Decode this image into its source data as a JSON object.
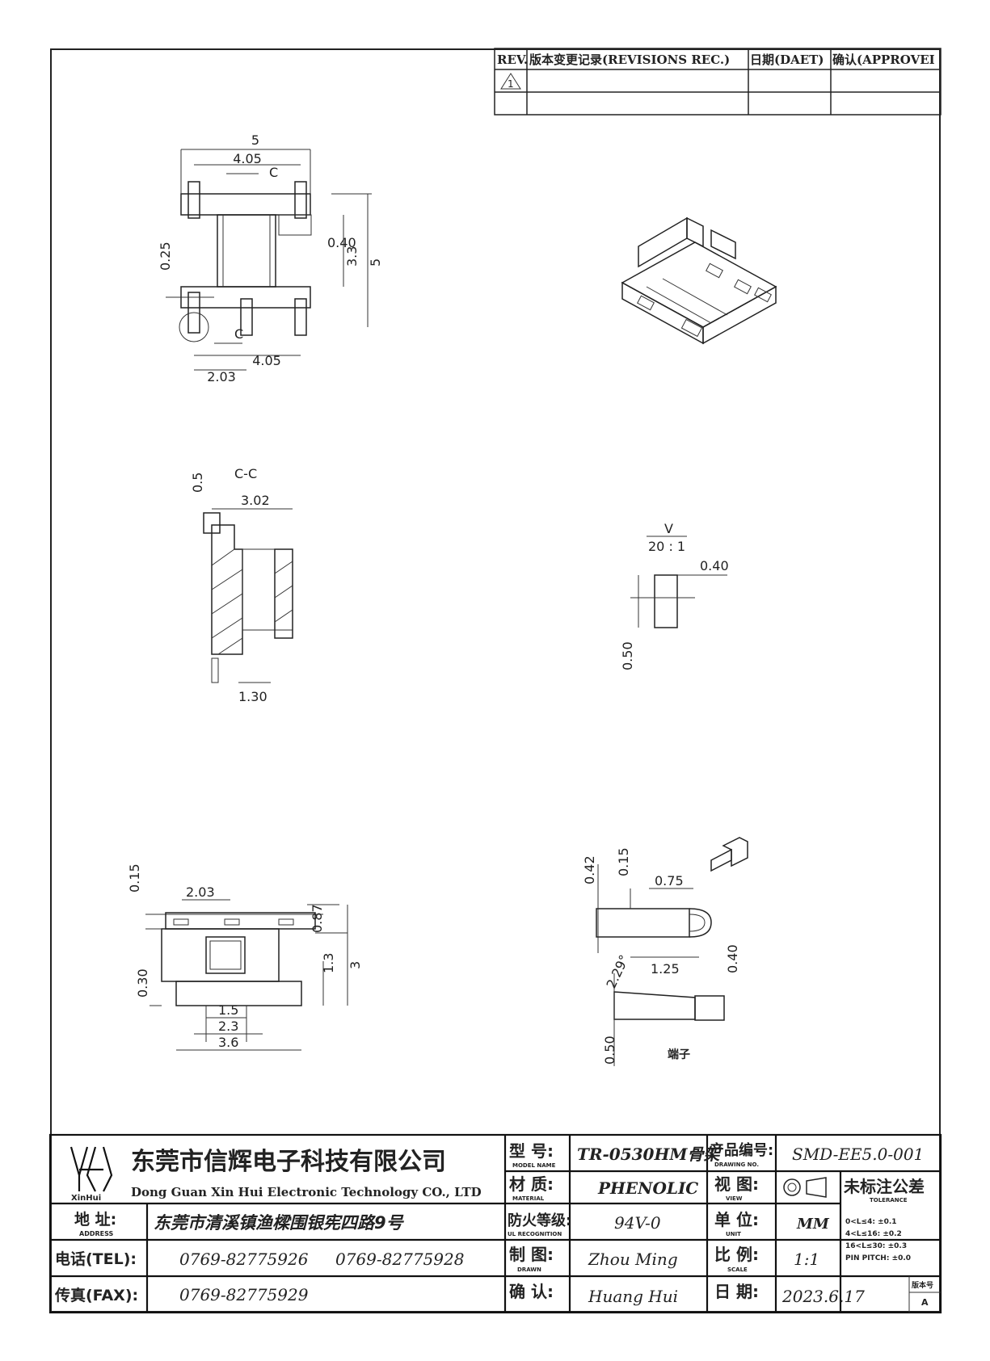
{
  "revision_block": {
    "rev_label": "REV.",
    "record_label": "版本变更记录(REVISIONS REC.)",
    "date_label": "日期(DAET)",
    "approve_label": "确认(APPROVEI",
    "rev_symbol": "1"
  },
  "top_view": {
    "dim_width_total": "5",
    "dim_inner_top": "4.05",
    "section_mark_top": "C",
    "dim_left_vertical": "0.25",
    "dim_pin_gap": "0.40",
    "dim_core_height": "3.3",
    "dim_height_total": "5",
    "section_mark_bottom": "C",
    "dim_inner_bottom": "4.05",
    "dim_pin_offset": "2.03"
  },
  "section_view": {
    "title": "C-C",
    "dim_top": "0.5",
    "dim_width": "3.02",
    "dim_bottom": "1.30"
  },
  "detail_view": {
    "title": "V",
    "scale": "20 : 1",
    "dim_width": "0.40",
    "dim_height": "0.50"
  },
  "side_view": {
    "dim_top_left": "0.15",
    "dim_pin_pitch": "2.03",
    "dim_top_right": "0.87",
    "dim_right_small": "1.3",
    "dim_right_total": "3",
    "dim_left": "0.30",
    "dim_inner": "1.5",
    "dim_mid": "2.3",
    "dim_total": "3.6"
  },
  "terminal_view": {
    "dim_a": "0.42",
    "dim_b": "0.15",
    "dim_c": "0.75",
    "dim_d": "1.25",
    "dim_e": "0.40",
    "dim_angle": "2.29°",
    "dim_f": "0.50",
    "label": "端子"
  },
  "title_block": {
    "company_cn": "东莞市信辉电子科技有限公司",
    "company_en": "Dong Guan Xin Hui Electronic Technology CO., LTD",
    "logo_caption": "XinHui",
    "address_label": "地 址:",
    "address_label_en": "ADDRESS",
    "address_value": "东莞市清溪镇渔樑围银宪四路9号",
    "tel_label": "电话(TEL):",
    "tel_value_1": "0769-82775926",
    "tel_value_2": "0769-82775928",
    "fax_label": "传真(FAX):",
    "fax_value": "0769-82775929",
    "model_label": "型 号:",
    "model_label_en": "MODEL NAME",
    "model_value": "TR-0530HM骨架",
    "material_label": "材 质:",
    "material_label_en": "MATERIAL",
    "material_value": "PHENOLIC",
    "ul_label": "防火等级:",
    "ul_label_en": "UL RECOGNITION",
    "ul_value": "94V-0",
    "drawn_label": "制 图:",
    "drawn_label_en": "DRAWN",
    "drawn_value": "Zhou Ming",
    "check_label": "确 认:",
    "check_value": "Huang Hui",
    "drawing_no_label": "产品编号:",
    "drawing_no_label_en": "DRAWING NO.",
    "drawing_no_value": "SMD-EE5.0-001",
    "view_label": "视 图:",
    "view_label_en": "VIEW",
    "unit_label": "单 位:",
    "unit_label_en": "UNIT",
    "unit_value": "MM",
    "scale_label": "比 例:",
    "scale_label_en": "SCALE",
    "scale_value": "1:1",
    "date_label": "日 期:",
    "date_value": "2023.6.17",
    "tolerance_title": "未标注公差",
    "tolerance_title_en": "TOLERANCE",
    "tolerance_rows": [
      "0<L≤4: ±0.1",
      "4<L≤16: ±0.2",
      "16<L≤30: ±0.3",
      "PIN PITCH: ±0.0"
    ],
    "version_label": "版本号",
    "version_value": "A"
  }
}
